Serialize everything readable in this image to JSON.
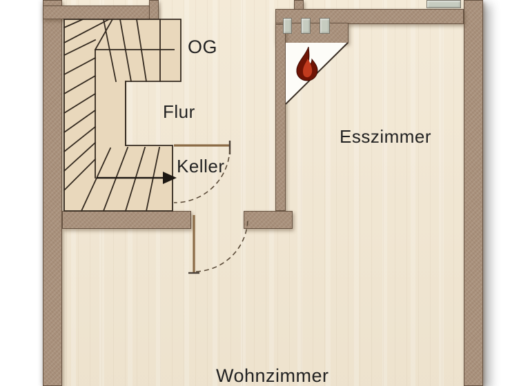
{
  "floorplan": {
    "type": "residential-floor-plan",
    "rooms": {
      "og": {
        "label": "OG"
      },
      "flur": {
        "label": "Flur"
      },
      "keller": {
        "label": "Keller"
      },
      "esszimmer": {
        "label": "Esszimmer"
      },
      "wohnzimmer": {
        "label": "Wohnzimmer"
      }
    },
    "icons": {
      "fireplace": "flame-icon",
      "stair_direction": "keller-arrow-icon"
    },
    "features": {
      "staircase": "L-shaped winder stair with flight up (OG) and flight down (Keller)",
      "door_swings": 2,
      "window_count": 1,
      "wall_slot_count": 3
    },
    "colors": {
      "page_background": "#ffffff",
      "wall": "#a8907b",
      "floor": "#f2e7d2",
      "stair_fill": "#e9d8bc",
      "outline": "#33291f",
      "window_glass": "#c6ccc0",
      "door_leaf": "#8b6b46",
      "flame_dark": "#6f1405",
      "flame_core": "#c23b1e",
      "label_text": "#222222"
    }
  }
}
